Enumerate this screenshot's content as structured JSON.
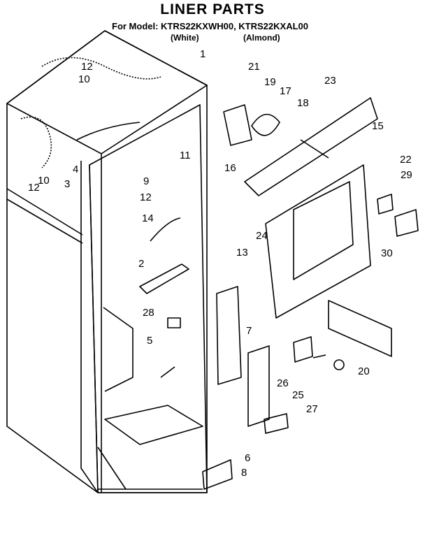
{
  "title": "LINER PARTS",
  "model_line": "For Model: KTRS22KXWH00, KTRS22KXAL00",
  "finishes": [
    "(White)",
    "(Almond)"
  ],
  "callouts": [
    "1",
    "2",
    "3",
    "4",
    "5",
    "6",
    "7",
    "8",
    "9",
    "10",
    "10",
    "11",
    "12",
    "12",
    "12",
    "13",
    "14",
    "15",
    "16",
    "17",
    "18",
    "19",
    "20",
    "21",
    "22",
    "23",
    "24",
    "25",
    "26",
    "27",
    "28",
    "29",
    "30"
  ]
}
